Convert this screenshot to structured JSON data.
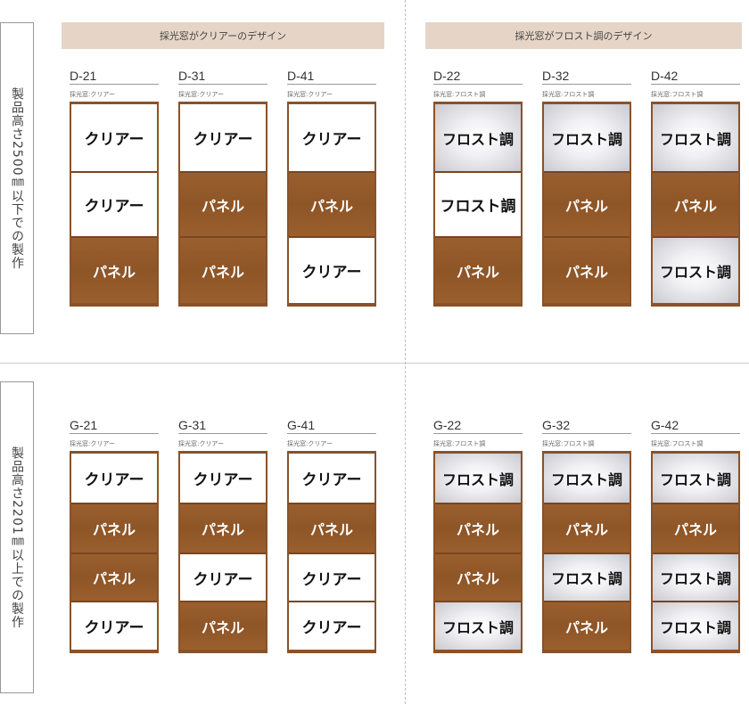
{
  "side_labels": [
    "製品高さ2500㎜以下での製作",
    "製品高さ2201㎜以上での製作"
  ],
  "banners": [
    "採光窓がクリアーのデザイン",
    "採光窓がフロスト調のデザイン"
  ],
  "panel_text": {
    "clear": "クリアー",
    "frost": "フロスト調",
    "wood": "パネル"
  },
  "doors": [
    {
      "code": "D-21",
      "sub": "採光窓:クリアー",
      "panels": [
        "clear",
        "clear",
        "wood"
      ],
      "labels": [
        "クリアー",
        "クリアー",
        "パネル"
      ]
    },
    {
      "code": "D-31",
      "sub": "採光窓:クリアー",
      "panels": [
        "clear",
        "wood",
        "wood"
      ],
      "labels": [
        "クリアー",
        "パネル",
        "パネル"
      ]
    },
    {
      "code": "D-41",
      "sub": "採光窓:クリアー",
      "panels": [
        "clear",
        "wood",
        "clear"
      ],
      "labels": [
        "クリアー",
        "パネル",
        "クリアー"
      ]
    },
    {
      "code": "D-22",
      "sub": "採光窓:フロスト調",
      "panels": [
        "frost",
        "clear",
        "wood"
      ],
      "labels": [
        "フロスト調",
        "フロスト調",
        "パネル"
      ]
    },
    {
      "code": "D-32",
      "sub": "採光窓:フロスト調",
      "panels": [
        "frost",
        "wood",
        "wood"
      ],
      "labels": [
        "フロスト調",
        "パネル",
        "パネル"
      ]
    },
    {
      "code": "D-42",
      "sub": "採光窓:フロスト調",
      "panels": [
        "frost",
        "wood",
        "frost"
      ],
      "labels": [
        "フロスト調",
        "パネル",
        "フロスト調"
      ]
    },
    {
      "code": "G-21",
      "sub": "採光窓:クリアー",
      "panels": [
        "clear",
        "wood",
        "wood",
        "clear"
      ],
      "labels": [
        "クリアー",
        "パネル",
        "パネル",
        "クリアー"
      ]
    },
    {
      "code": "G-31",
      "sub": "採光窓:クリアー",
      "panels": [
        "clear",
        "wood",
        "clear",
        "wood"
      ],
      "labels": [
        "クリアー",
        "パネル",
        "クリアー",
        "パネル"
      ]
    },
    {
      "code": "G-41",
      "sub": "採光窓:クリアー",
      "panels": [
        "clear",
        "wood",
        "clear",
        "clear"
      ],
      "labels": [
        "クリアー",
        "パネル",
        "クリアー",
        "クリアー"
      ]
    },
    {
      "code": "G-22",
      "sub": "採光窓:フロスト調",
      "panels": [
        "frost",
        "wood",
        "wood",
        "frost"
      ],
      "labels": [
        "フロスト調",
        "パネル",
        "パネル",
        "フロスト調"
      ]
    },
    {
      "code": "G-32",
      "sub": "採光窓:フロスト調",
      "panels": [
        "frost",
        "wood",
        "frost",
        "wood"
      ],
      "labels": [
        "フロスト調",
        "パネル",
        "フロスト調",
        "パネル"
      ]
    },
    {
      "code": "G-42",
      "sub": "採光窓:フロスト調",
      "panels": [
        "frost",
        "wood",
        "frost",
        "frost"
      ],
      "labels": [
        "フロスト調",
        "パネル",
        "フロスト調",
        "フロスト調"
      ]
    }
  ]
}
